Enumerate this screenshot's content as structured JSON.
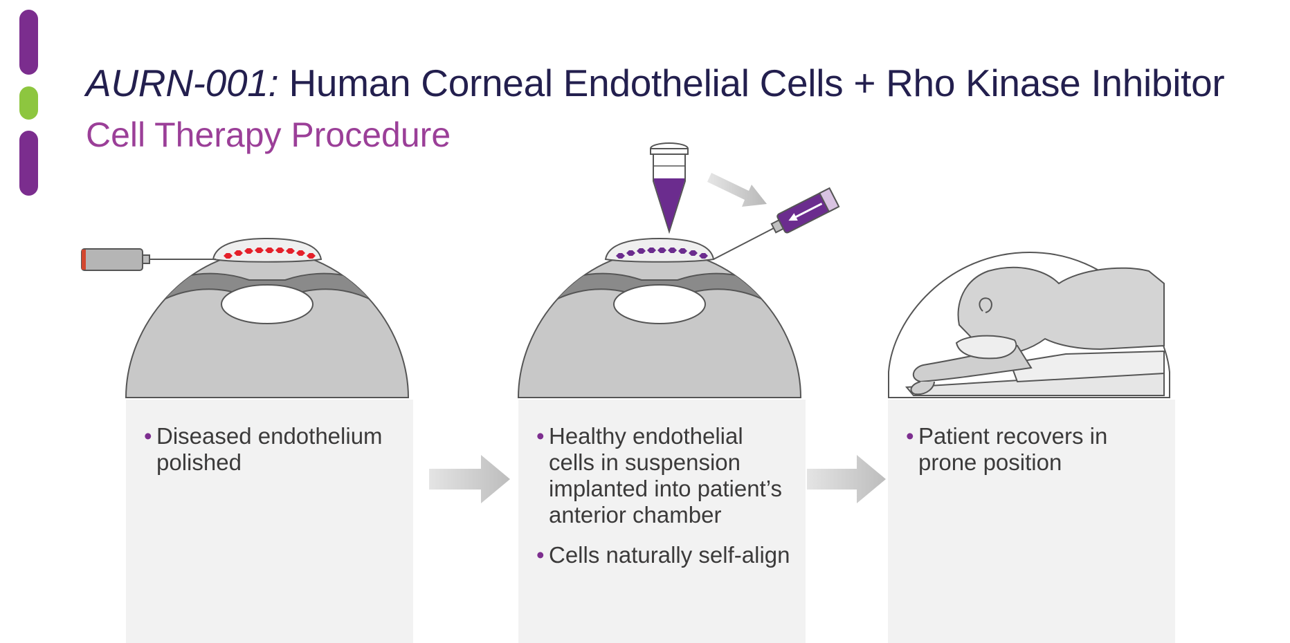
{
  "title": {
    "italic_part": "AURN-001:",
    "main_part": " Human Corneal Endothelial Cells + Rho Kinase Inhibitor"
  },
  "subtitle": "Cell Therapy Procedure",
  "brand_colors": {
    "purple": "#7b2d8e",
    "green": "#8dc63f",
    "navy": "#231f4e",
    "magenta": "#9b3f98",
    "diseased_cells": "#e4202a"
  },
  "steps": [
    {
      "illustration": "eye-cross-section-polishing-icon",
      "bullets": [
        "Diseased endothelium polished"
      ]
    },
    {
      "illustration": "eye-cross-section-cell-injection-icon",
      "bullets": [
        "Healthy endothelial cells in suspension implanted into patient’s anterior chamber",
        "Cells naturally self-align"
      ]
    },
    {
      "illustration": "patient-prone-position-icon",
      "bullets": [
        "Patient recovers in prone position"
      ]
    }
  ]
}
